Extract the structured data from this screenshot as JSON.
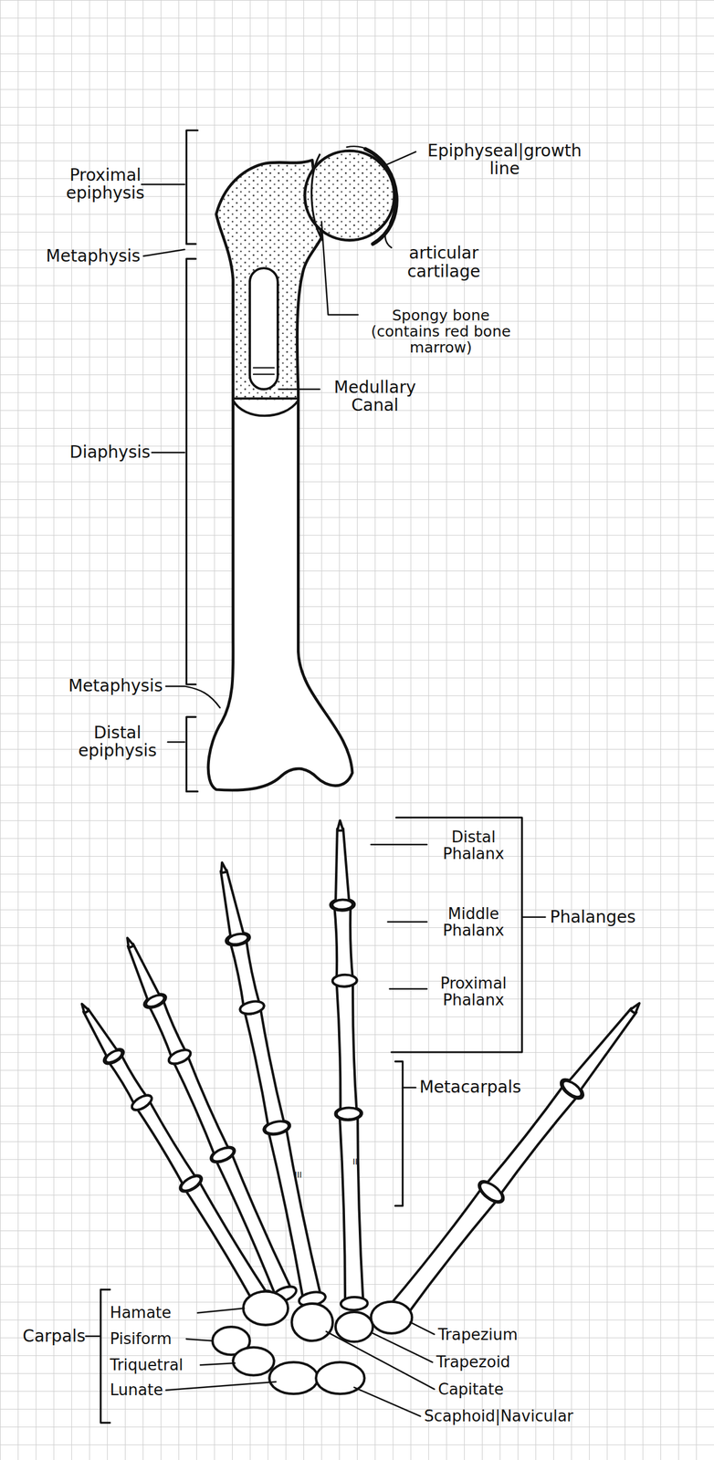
{
  "diagram": {
    "labels": [
      "Proximal epiphysis",
      "Metaphysis",
      "Diaphysis",
      "Metaphysis",
      "Distal epiphysis",
      "Epiphyseal|growth line",
      "articular cartilage",
      "Spongy bone (contains red bone marrow)",
      "Medullary Canal",
      "Distal Phalanx",
      "Middle Phalanx",
      "Proximal Phalanx",
      "Phalanges",
      "Metacarpals",
      "III",
      "II",
      "Carpals",
      "Hamate",
      "Pisiform",
      "Triquetral",
      "Lunate",
      "Trapezium",
      "Trapezoid",
      "Capitate",
      "Scaphoid|Navicular"
    ]
  }
}
